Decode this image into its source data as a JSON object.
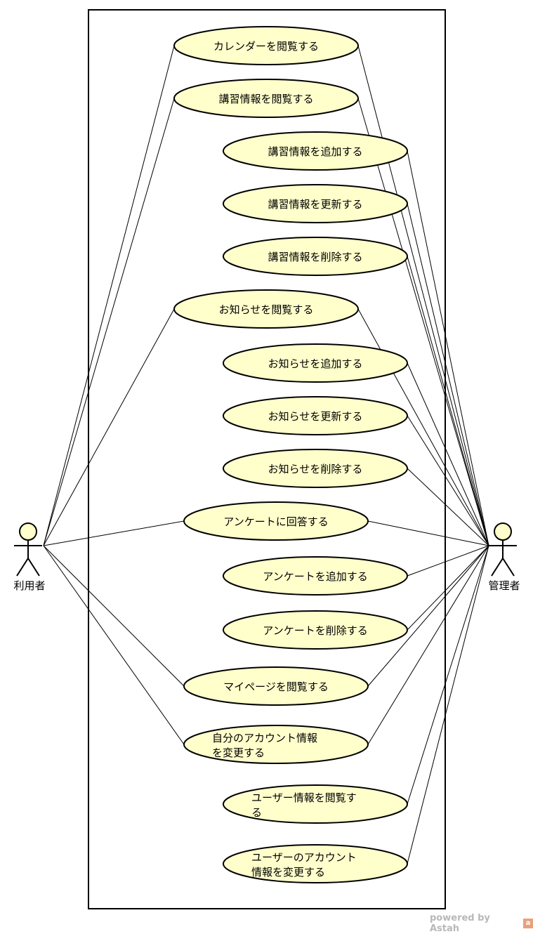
{
  "actors": [
    {
      "id": "user",
      "name": "利用者"
    },
    {
      "id": "admin",
      "name": "管理者"
    }
  ],
  "use_cases": [
    {
      "id": "uc1",
      "lines": [
        "カレンダーを閲覧する"
      ],
      "actors": [
        "user",
        "admin"
      ]
    },
    {
      "id": "uc2",
      "lines": [
        "講習情報を閲覧する"
      ],
      "actors": [
        "user",
        "admin"
      ]
    },
    {
      "id": "uc3",
      "lines": [
        "講習情報を追加する"
      ],
      "actors": [
        "admin"
      ]
    },
    {
      "id": "uc4",
      "lines": [
        "講習情報を更新する"
      ],
      "actors": [
        "admin"
      ]
    },
    {
      "id": "uc5",
      "lines": [
        "講習情報を削除する"
      ],
      "actors": [
        "admin"
      ]
    },
    {
      "id": "uc6",
      "lines": [
        "お知らせを閲覧する"
      ],
      "actors": [
        "user",
        "admin"
      ]
    },
    {
      "id": "uc7",
      "lines": [
        "お知らせを追加する"
      ],
      "actors": [
        "admin"
      ]
    },
    {
      "id": "uc8",
      "lines": [
        "お知らせを更新する"
      ],
      "actors": [
        "admin"
      ]
    },
    {
      "id": "uc9",
      "lines": [
        "お知らせを削除する"
      ],
      "actors": [
        "admin"
      ]
    },
    {
      "id": "uc10",
      "lines": [
        "アンケートに回答する"
      ],
      "actors": [
        "user",
        "admin"
      ]
    },
    {
      "id": "uc11",
      "lines": [
        "アンケートを追加する"
      ],
      "actors": [
        "admin"
      ]
    },
    {
      "id": "uc12",
      "lines": [
        "アンケートを削除する"
      ],
      "actors": [
        "admin"
      ]
    },
    {
      "id": "uc13",
      "lines": [
        "マイページを閲覧する"
      ],
      "actors": [
        "user",
        "admin"
      ]
    },
    {
      "id": "uc14",
      "lines": [
        "自分のアカウント情報",
        "を変更する"
      ],
      "actors": [
        "user",
        "admin"
      ]
    },
    {
      "id": "uc15",
      "lines": [
        "ユーザー情報を閲覧す",
        "る"
      ],
      "actors": [
        "admin"
      ]
    },
    {
      "id": "uc16",
      "lines": [
        "ユーザーのアカウント",
        "情報を変更する"
      ],
      "actors": [
        "admin"
      ]
    }
  ],
  "colors": {
    "usecase_fill": "#ffffcc",
    "actor_fill": "#ffffcc",
    "stroke": "#000000",
    "watermark": "#b8b8b8"
  },
  "watermark": {
    "text": "powered by Astah",
    "logo_char": "a"
  }
}
